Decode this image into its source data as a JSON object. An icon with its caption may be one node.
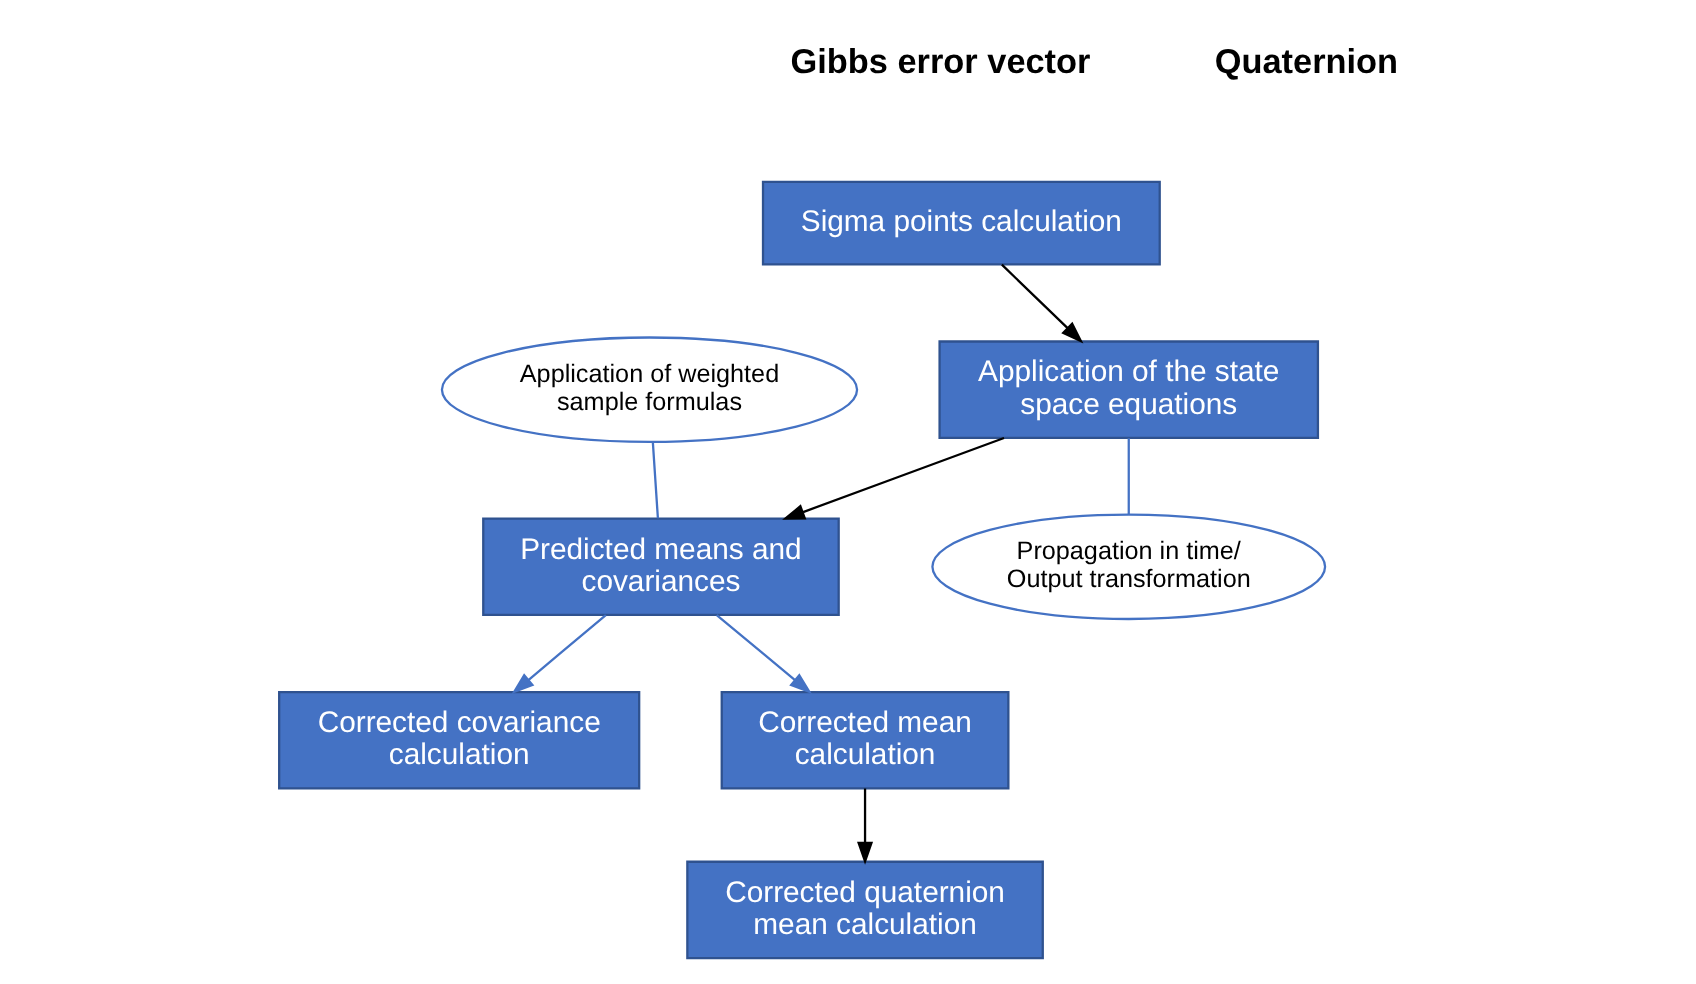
{
  "diagram": {
    "nodes": [
      {
        "text": [
          "Sigma points calculation"
        ]
      },
      {
        "text": [
          "Application of the state space equations"
        ]
      },
      {
        "text": [
          "Application of weighted sample formulas"
        ]
      },
      {
        "text": [
          "Predicted means and covariances"
        ]
      },
      {
        "text": [
          "Propagation in time/ Output transformation"
        ]
      },
      {
        "text": [
          "Corrected covariance calculation"
        ]
      },
      {
        "text": [
          "Corrected mean calculation"
        ]
      },
      {
        "text": [
          "Corrected quaternion mean calculation"
        ]
      }
    ],
    "edges": [
      {
        "from": 0,
        "to": 1,
        "arrow": "to",
        "color": "#000000"
      },
      {
        "from": 1,
        "to": 3,
        "arrow": "to",
        "color": "#000000"
      },
      {
        "from": 2,
        "to": 3,
        "arrow": "none",
        "color": "#4472c4"
      },
      {
        "from": 1,
        "to": 4,
        "arrow": "none",
        "color": "#4472c4"
      },
      {
        "from": 3,
        "to": 5,
        "arrow": "to",
        "color": "#4472c4"
      },
      {
        "from": 3,
        "to": 6,
        "arrow": "to",
        "color": "#4472c4"
      },
      {
        "from": 6,
        "to": 7,
        "arrow": "to",
        "color": "#000000"
      }
    ],
    "labels": [
      "Gibbs error vector",
      "Quaternion"
    ]
  }
}
